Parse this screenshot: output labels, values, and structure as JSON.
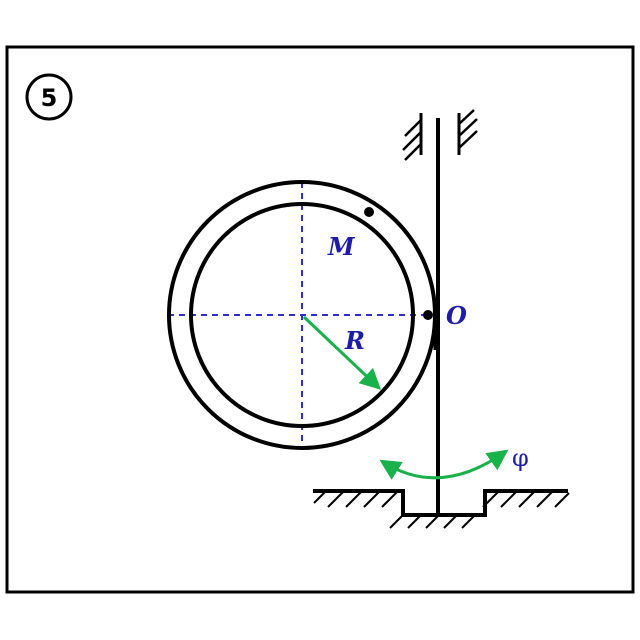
{
  "problem": {
    "number": "5"
  },
  "labels": {
    "point_m": "M",
    "point_o": "O",
    "radius": "R",
    "angle": "φ"
  },
  "colors": {
    "ink": "#000000",
    "label_blue": "#1c1ca8",
    "axis_blue": "#2f2fd0",
    "radius_green": "#19b24a",
    "frame_bg": "#ffffff"
  }
}
